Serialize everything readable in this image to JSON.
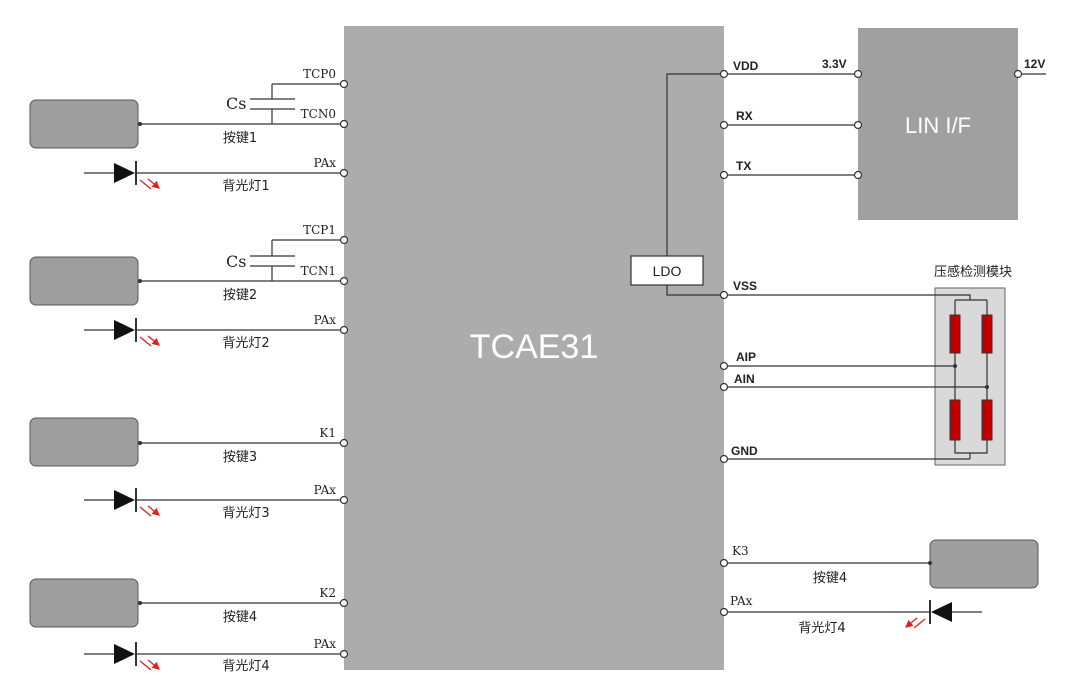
{
  "chip": {
    "name": "TCAE31"
  },
  "lin": {
    "label": "LIN I/F"
  },
  "ldo": {
    "label": "LDO"
  },
  "sensor": {
    "title": "压感检测模块"
  },
  "left_pins": {
    "tcp0": "TCP0",
    "tcn0": "TCN0",
    "pax1": "PAx",
    "tcp1": "TCP1",
    "tcn1": "TCN1",
    "pax2": "PAx",
    "k1": "K1",
    "pax3": "PAx",
    "k2": "K2",
    "pax4": "PAx"
  },
  "right_pins": {
    "vdd": "VDD",
    "rx": "RX",
    "tx": "TX",
    "vss": "VSS",
    "aip": "AIP",
    "ain": "AIN",
    "gnd": "GND",
    "k3": "K3",
    "pax": "PAx"
  },
  "voltages": {
    "v33": "3.3V",
    "v12": "12V"
  },
  "caps": {
    "cs1": "Cs",
    "cs2": "Cs"
  },
  "labels": {
    "key1": "按键1",
    "led1": "背光灯1",
    "key2": "按键2",
    "led2": "背光灯2",
    "key3": "按键3",
    "led3": "背光灯3",
    "key4_left": "按键4",
    "led4_left": "背光灯4",
    "key4_right": "按键4",
    "led4_right": "背光灯4"
  },
  "colors": {
    "chip": "#acacac",
    "module": "#a0a0a0",
    "key": "#9e9e9e",
    "resistor": "#c00000",
    "light_arrow": "#e02020"
  }
}
